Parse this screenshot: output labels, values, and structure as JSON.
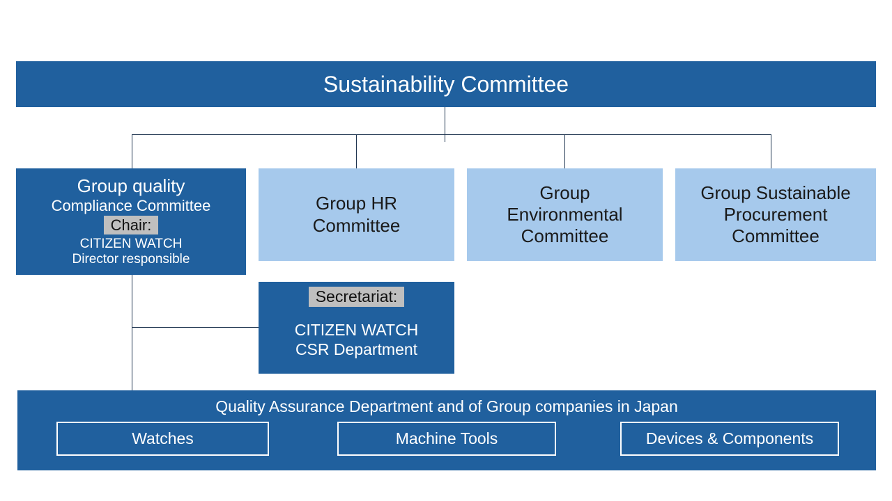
{
  "top": {
    "title": "Sustainability Committee"
  },
  "quality": {
    "line1": "Group quality",
    "line2": "Compliance Committee",
    "chair_tag": "Chair:",
    "line3": "CITIZEN WATCH",
    "line4": "Director responsible"
  },
  "committees": [
    {
      "lines": [
        "Group HR",
        "Committee"
      ]
    },
    {
      "lines": [
        "Group",
        "Environmental",
        "Committee"
      ]
    },
    {
      "lines": [
        "Group Sustainable",
        "Procurement",
        "Committee"
      ]
    }
  ],
  "secretariat": {
    "tag": "Secretariat:",
    "line1": "CITIZEN WATCH",
    "line2": "CSR Department"
  },
  "bottom": {
    "title": "Quality Assurance Department and of Group companies in Japan",
    "divisions": [
      "Watches",
      "Machine Tools",
      "Devices & Components"
    ]
  },
  "colors": {
    "dark_blue": "#20609e",
    "light_blue": "#a6c9ec",
    "tag_gray": "#bfbfbf",
    "connector": "#1f3550"
  }
}
